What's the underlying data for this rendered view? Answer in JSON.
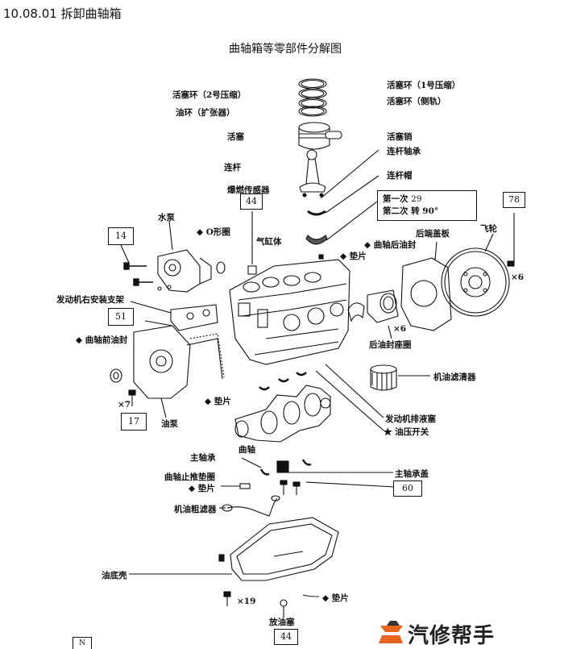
{
  "header": {
    "section": "10.08.01 拆卸曲轴箱"
  },
  "figure": {
    "title": "曲轴箱等零部件分解图",
    "labels": {
      "ring2": "活塞环（2号压缩）",
      "ring1": "活塞环（1号压缩）",
      "oil_ring": "油环（扩张器）",
      "side_rail": "活塞环（侧轨）",
      "piston": "活塞",
      "pin": "活塞销",
      "rod_bearing": "连杆轴承",
      "rod": "连杆",
      "rod_cap": "连杆帽",
      "knock_sensor": "爆燃传感器",
      "water_pump": "水泵",
      "o_ring": "◆ O形圈",
      "block": "气缸体",
      "gasket_a": "◆ 垫片",
      "rear_seal": "◆ 曲轴后油封",
      "rear_plate": "后端盖板",
      "flywheel": "飞轮",
      "right_bracket": "发动机右安装支架",
      "front_seal": "◆ 曲轴前油封",
      "retainer": "后油封座圈",
      "oil_filter": "机油滤清器",
      "gasket_b": "◆ 垫片",
      "oil_pump": "油泵",
      "drain_cock": "发动机排液塞",
      "oil_switch": "★ 油压开关",
      "crankshaft": "曲轴",
      "main_bearing": "主轴承",
      "thrust_washer": "曲轴止推垫圈",
      "main_cap": "主轴承盖",
      "gasket_c": "◆ 垫片",
      "strainer": "机油粗滤器",
      "oil_pan": "油底壳",
      "gasket_d": "◆ 垫片",
      "drain_plug": "放油塞"
    },
    "qty": {
      "x6_flywheel": "×6",
      "x6_retainer": "×6",
      "x7": "×7",
      "x19": "×19"
    },
    "torque": {
      "knock_sensor": "44",
      "flywheel": "78",
      "water_pump": "14",
      "bracket": "51",
      "oil_pump": "17",
      "main_cap": "60",
      "drain_plug": "44",
      "rod_first_label": "第一次",
      "rod_first_value": "29",
      "rod_second_label": "第二次",
      "rod_second_value": "转 90°",
      "bottom_left": "N"
    }
  },
  "watermark": {
    "text": "汽修帮手"
  }
}
